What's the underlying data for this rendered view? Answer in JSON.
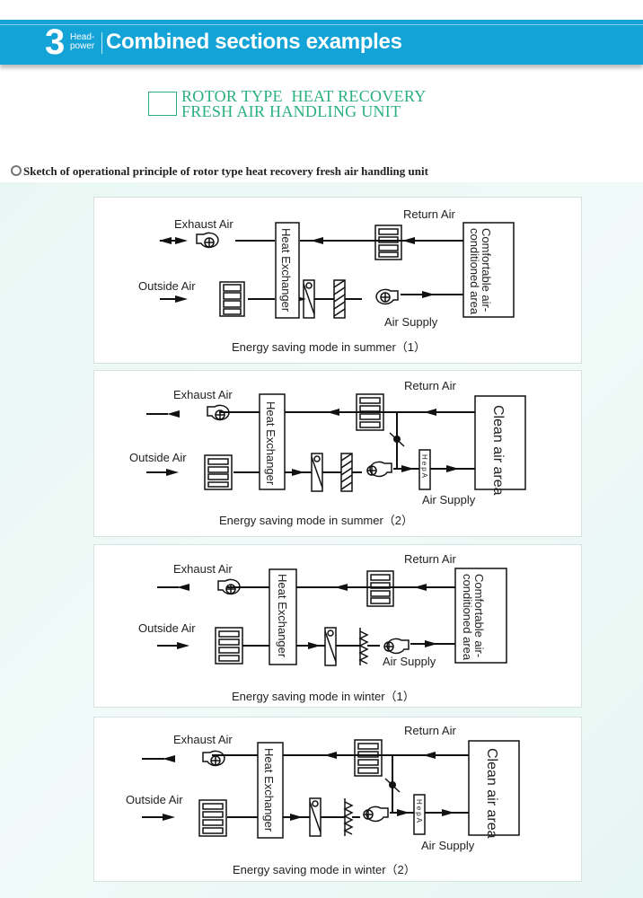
{
  "header": {
    "section_number": "3",
    "brand_line1": "Head-",
    "brand_line2": "power",
    "title": "Combined sections examples",
    "bar_color": "#14a3d6"
  },
  "unit_title": {
    "line1": "ROTOR TYPE  HEAT RECOVERY",
    "line2": "FRESH AIR HANDLING UNIT",
    "color": "#2ab07e"
  },
  "sketch_caption": "Sketch of operational principle of rotor type heat recovery fresh air handling unit",
  "diagrams": [
    {
      "exhaust_air": "Exhaust Air",
      "outside_air": "Outside Air",
      "return_air": "Return Air",
      "air_supply": "Air Supply",
      "heat_exchanger": "Heat Exchanger",
      "area_line1": "Comfortable air-",
      "area_line2": "conditioned area",
      "caption": "Energy saving mode in summer（1）"
    },
    {
      "exhaust_air": "Exhaust Air",
      "outside_air": "Outside Air",
      "return_air": "Return Air",
      "air_supply": "Air Supply",
      "heat_exchanger": "Heat Exchanger",
      "area_line1": "Clean air area",
      "area_line2": "",
      "hepa": "HepA",
      "caption": "Energy saving mode in summer（2）"
    },
    {
      "exhaust_air": "Exhaust Air",
      "outside_air": "Outside Air",
      "return_air": "Return Air",
      "air_supply": "Air Supply",
      "heat_exchanger": "Heat Exchanger",
      "area_line1": "Comfortable air-",
      "area_line2": "conditioned area",
      "caption": "Energy saving mode in winter（1）"
    },
    {
      "exhaust_air": "Exhaust Air",
      "outside_air": "Outside Air",
      "return_air": "Return Air",
      "air_supply": "Air Supply",
      "heat_exchanger": "Heat Exchanger",
      "area_line1": "Clean air area",
      "area_line2": "",
      "hepa": "HepA",
      "caption": "Energy saving mode in winter（2）"
    }
  ]
}
